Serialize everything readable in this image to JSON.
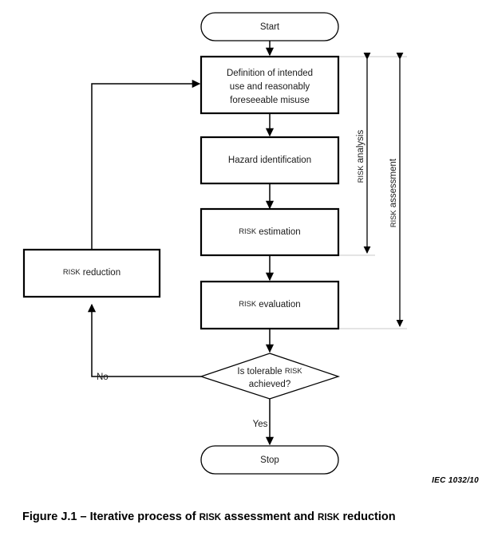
{
  "figure": {
    "caption_prefix": "Figure J.1 – Iterative process of ",
    "caption_term1": "RISK",
    "caption_mid": " assessment and ",
    "caption_term2": "RISK",
    "caption_suffix": " reduction",
    "caption_full": "Figure J.1 – Iterative process of RISK assessment and RISK reduction",
    "source_code": "IEC   1032/10"
  },
  "nodes": {
    "start": {
      "label": "Start",
      "shape": "terminator"
    },
    "definition": {
      "line1": "Definition of intended",
      "line2": "use and reasonably",
      "line3": "foreseeable misuse",
      "shape": "process"
    },
    "hazard": {
      "label": "Hazard identification",
      "shape": "process"
    },
    "estimation": {
      "term": "RISK",
      "rest": " estimation",
      "shape": "process"
    },
    "evaluation": {
      "term": "RISK",
      "rest": " evaluation",
      "shape": "process"
    },
    "decision": {
      "line1_prefix": "Is tolerable ",
      "line1_term": "RISK",
      "line2": "achieved?",
      "shape": "decision"
    },
    "reduction": {
      "term": "RISK",
      "rest": " reduction",
      "shape": "process"
    },
    "stop": {
      "label": "Stop",
      "shape": "terminator"
    }
  },
  "edges": {
    "no_label": "No",
    "yes_label": "Yes"
  },
  "brackets": {
    "analysis": {
      "term": "RISK",
      "rest": " analysis"
    },
    "assessment": {
      "term": "RISK",
      "rest": " assessment"
    }
  },
  "colors": {
    "stroke": "#000000",
    "fill": "#ffffff",
    "text": "#1a1a1a",
    "guide": "#c8c8c8"
  }
}
